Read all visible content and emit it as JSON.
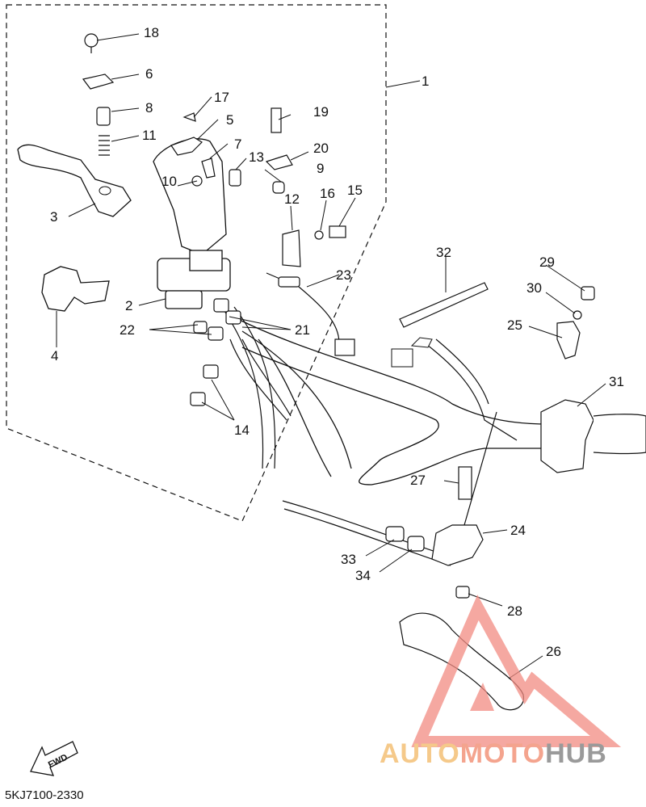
{
  "diagram": {
    "callouts": [
      "1",
      "2",
      "3",
      "4",
      "5",
      "6",
      "7",
      "8",
      "9",
      "10",
      "11",
      "12",
      "13",
      "14",
      "15",
      "16",
      "17",
      "18",
      "19",
      "20",
      "21",
      "22",
      "23",
      "24",
      "25",
      "26",
      "27",
      "28",
      "29",
      "30",
      "31",
      "32",
      "33",
      "34"
    ],
    "fwd_label": "FWD",
    "drawing_code": "5KJ7100-2330"
  },
  "watermark": {
    "part1": "AUTO",
    "part2": "MOTO",
    "part3": "HUB",
    "colors": {
      "triangle": "#f28b82",
      "auto": "#f5c98a",
      "moto": "#f4a48e",
      "hub": "#9a9a9a"
    }
  },
  "colors": {
    "line": "#111111",
    "background": "#ffffff"
  }
}
